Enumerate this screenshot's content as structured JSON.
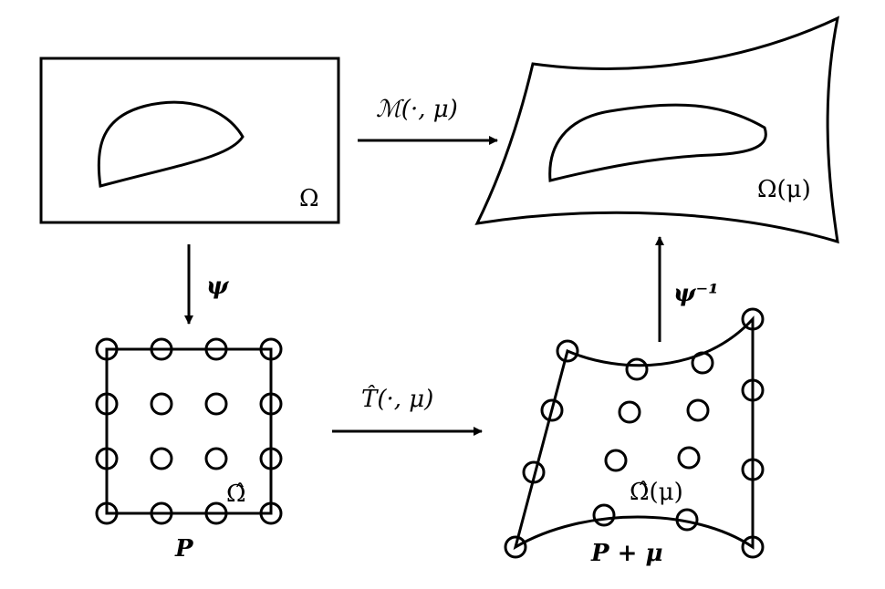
{
  "labels": {
    "omega": "Ω",
    "omega_mu": "Ω(μ)",
    "map_M": "ℳ(·, μ)",
    "psi": "ψ",
    "psi_inv": "ψ⁻¹",
    "P": "P",
    "omega_hat": "Ω̂",
    "T_hat": "T̂(·, μ)",
    "omega_hat_mu": "Ω̂(μ)",
    "P_plus_mu": "P + μ"
  }
}
